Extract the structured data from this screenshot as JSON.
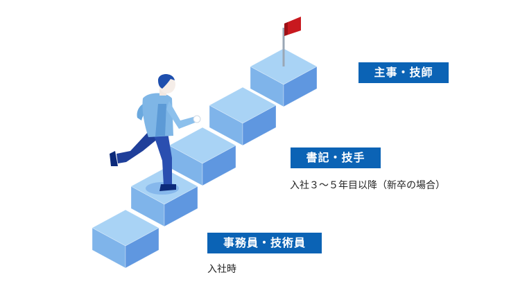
{
  "stages": [
    {
      "title": "事務員・技術員",
      "note": "入社時"
    },
    {
      "title": "書記・技手",
      "note": "入社３～５年目以降（新卒の場合）"
    },
    {
      "title": "主事・技師",
      "note": ""
    }
  ],
  "colors": {
    "label_bg": "#0b63b5",
    "step_top": "#a9d3f5",
    "step_left": "#7fb4ea",
    "step_right": "#5f97e0",
    "flag": "#c8191f",
    "shirt": "#7fb6e6",
    "pants": "#1f3f9a",
    "hair": "#1e4fae"
  },
  "icons": {
    "figure": "running-person-icon",
    "goal": "red-flag-icon"
  }
}
